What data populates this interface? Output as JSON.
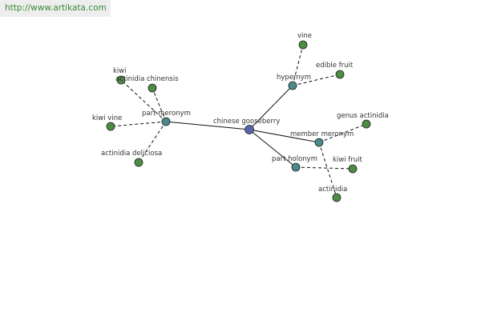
{
  "header": {
    "url": "http://www.artikata.com"
  },
  "colors": {
    "center": "#5566aa",
    "relation": "#4a8a8a",
    "leaf": "#4c8c44",
    "url_text": "#3a8a3a"
  },
  "graph": {
    "nodes": [
      {
        "id": "center",
        "label": "chinese gooseberry",
        "kind": "center"
      },
      {
        "id": "hypernym",
        "label": "hypernym",
        "kind": "relation"
      },
      {
        "id": "part_meronym",
        "label": "part meronym",
        "kind": "relation"
      },
      {
        "id": "member_meronym",
        "label": "member meronym",
        "kind": "relation"
      },
      {
        "id": "part_holonym",
        "label": "part holonym",
        "kind": "relation"
      },
      {
        "id": "vine",
        "label": "vine",
        "kind": "leaf"
      },
      {
        "id": "edible_fruit",
        "label": "edible fruit",
        "kind": "leaf"
      },
      {
        "id": "kiwi",
        "label": "kiwi",
        "kind": "leaf"
      },
      {
        "id": "actinidia_chinensis",
        "label": "actinidia chinensis",
        "kind": "leaf"
      },
      {
        "id": "kiwi_vine",
        "label": "kiwi vine",
        "kind": "leaf"
      },
      {
        "id": "actinidia_deliciosa",
        "label": "actinidia deliciosa",
        "kind": "leaf"
      },
      {
        "id": "genus_actinidia",
        "label": "genus actinidia",
        "kind": "leaf"
      },
      {
        "id": "kiwi_fruit",
        "label": "kiwi fruit",
        "kind": "leaf"
      },
      {
        "id": "actinidia",
        "label": "actinidia",
        "kind": "leaf"
      }
    ],
    "edges": [
      {
        "from": "center",
        "to": "hypernym",
        "style": "solid"
      },
      {
        "from": "center",
        "to": "part_meronym",
        "style": "solid"
      },
      {
        "from": "center",
        "to": "member_meronym",
        "style": "solid"
      },
      {
        "from": "center",
        "to": "part_holonym",
        "style": "solid"
      },
      {
        "from": "hypernym",
        "to": "vine",
        "style": "dashed"
      },
      {
        "from": "hypernym",
        "to": "edible_fruit",
        "style": "dashed"
      },
      {
        "from": "part_meronym",
        "to": "kiwi",
        "style": "dashed"
      },
      {
        "from": "part_meronym",
        "to": "actinidia_chinensis",
        "style": "dashed"
      },
      {
        "from": "part_meronym",
        "to": "kiwi_vine",
        "style": "dashed"
      },
      {
        "from": "part_meronym",
        "to": "actinidia_deliciosa",
        "style": "dashed"
      },
      {
        "from": "member_meronym",
        "to": "genus_actinidia",
        "style": "dashed"
      },
      {
        "from": "member_meronym",
        "to": "actinidia",
        "style": "dashed"
      },
      {
        "from": "part_holonym",
        "to": "kiwi_fruit",
        "style": "dashed"
      }
    ]
  }
}
